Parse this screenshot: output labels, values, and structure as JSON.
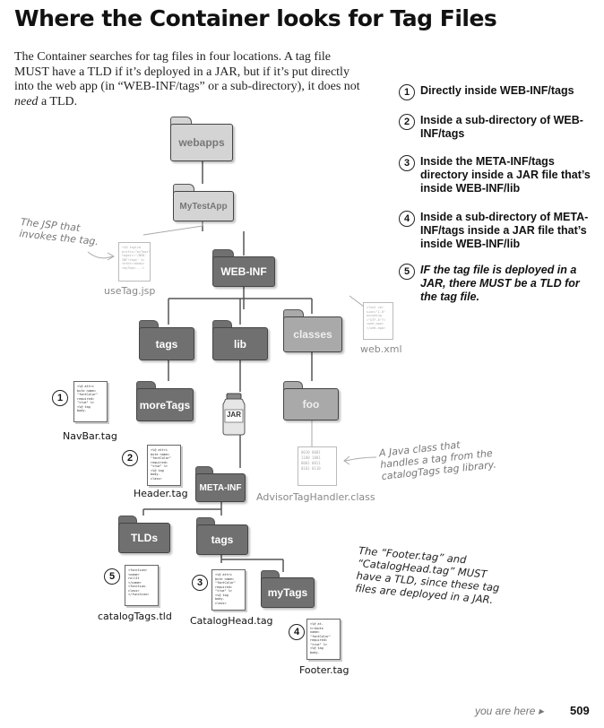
{
  "title": "Where the Container looks for Tag Files",
  "intro": {
    "part1": "The Container searches for tag files in four locations. A tag file MUST have a TLD if it’s deployed in a JAR, but if it’s put directly into the web app (in “WEB-INF/tags” or a sub-directory), it does not ",
    "need": "need",
    "part2": " a TLD."
  },
  "locations": [
    {
      "num": "1",
      "text": "Directly inside WEB-INF/tags"
    },
    {
      "num": "2",
      "text": "Inside a sub-directory of WEB-INF/tags"
    },
    {
      "num": "3",
      "text": "Inside the META-INF/tags directory inside a JAR file that’s inside WEB-INF/lib"
    },
    {
      "num": "4",
      "text": "Inside a sub-directory of META-INF/tags inside a JAR file that’s inside WEB-INF/lib"
    },
    {
      "num": "5",
      "text": "IF the tag file is deployed in a JAR, there MUST be a TLD for the tag file."
    }
  ],
  "folders": {
    "webapps": "webapps",
    "mytestapp": "MyTestApp",
    "webinf": "WEB-INF",
    "tags": "tags",
    "lib": "lib",
    "classes": "classes",
    "moretags": "moreTags",
    "foo": "foo",
    "metainf": "META-INF",
    "tlds": "TLDs",
    "jartags": "tags",
    "mytags": "myTags",
    "jar": "JAR"
  },
  "files": {
    "usetag": "useTag.jsp",
    "webxml": "web.xml",
    "navbar": "NavBar.tag",
    "header": "Header.tag",
    "handler": "AdvisorTagHandler.class",
    "catalogtld": "catalogTags.tld",
    "cataloghead": "CatalogHead.tag",
    "footer": "Footer.tag"
  },
  "markers": {
    "one": "1",
    "two": "2",
    "three": "3",
    "four": "4",
    "five": "5"
  },
  "notes": {
    "jsp": "The JSP that invokes the tag.",
    "javaclass": "A Java class that handles a tag from the catalogTags tag library.",
    "footer_note": "The “Footer.tag” and “CatalogHead.tag” MUST have a TLD, since these tag files are deployed in a JAR."
  },
  "page_footer": {
    "label": "you are here ▸",
    "page": "509"
  }
}
